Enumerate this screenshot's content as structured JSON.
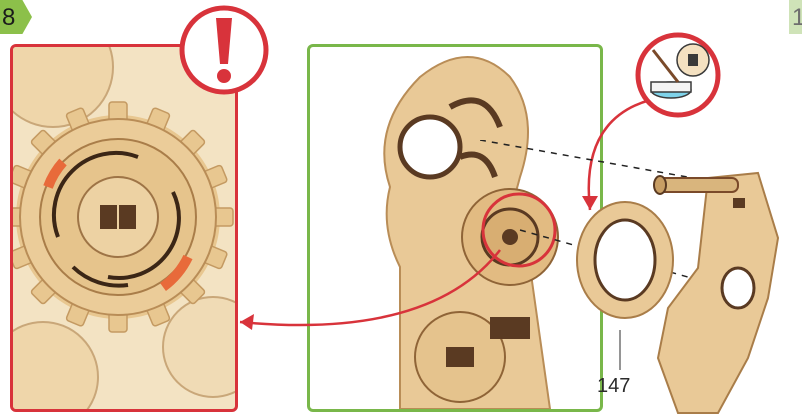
{
  "step": {
    "number": "8",
    "next_number": "1"
  },
  "part_label": "147",
  "callouts": {
    "warning": "!",
    "glue_icon": "glue-bowl-icon"
  },
  "colors": {
    "detail_border": "#d8333b",
    "assembly_border": "#79b74a",
    "step_badge": "#8cc04a",
    "wood": "#e9c997",
    "wood_dark": "#5a3a22",
    "glue_accent": "#e86a3a"
  }
}
